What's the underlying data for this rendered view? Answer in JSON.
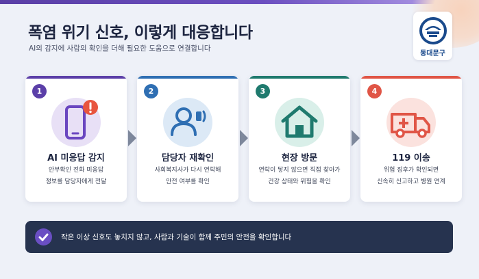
{
  "header": {
    "title": "폭염 위기 신호, 이렇게 대응합니다",
    "subtitle": "AI의 감지에 사람의 확인을 더해 필요한 도움으로 연결합니다"
  },
  "logo": {
    "text": "동대문구",
    "icon": "district-emblem-icon"
  },
  "steps": [
    {
      "number": "1",
      "title": "AI 미응답 감지",
      "desc_line1": "안부확인 전화 미응답",
      "desc_line2": "정보를 담당자에게 전달",
      "icon": "phone-alert-icon",
      "color": "#5b3fa8"
    },
    {
      "number": "2",
      "title": "담당자 재확인",
      "desc_line1": "사회복지사가 다시 연락해",
      "desc_line2": "안전 여부를 확인",
      "icon": "person-calling-icon",
      "color": "#2f6fb3"
    },
    {
      "number": "3",
      "title": "현장 방문",
      "desc_line1": "연락이 닿지 않으면 직접 찾아가",
      "desc_line2": "건강 상태와 위험을 확인",
      "icon": "home-icon",
      "color": "#1f7a6e"
    },
    {
      "number": "4",
      "title": "119 이송",
      "desc_line1": "위험 징후가 확인되면",
      "desc_line2": "신속히 신고하고 병원 연계",
      "icon": "ambulance-icon",
      "color": "#e05546"
    }
  ],
  "banner": {
    "text": "작은 이상 신호도 놓치지 않고, 사람과 기술이 함께 주민의 안전을 확인합니다",
    "icon": "check-icon"
  }
}
